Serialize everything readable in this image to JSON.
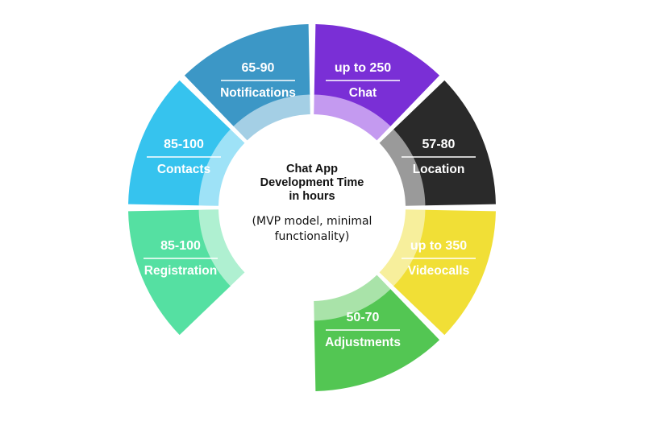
{
  "center": {
    "title_lines": [
      "Chat App",
      "Development Time",
      "in hours"
    ],
    "subtitle_lines": [
      "(MVP model, minimal",
      "functionality)"
    ]
  },
  "segments": [
    {
      "value": "up to 250",
      "label": "Chat",
      "color": "#7a2fd6",
      "inner_color": "#c49af0"
    },
    {
      "value": "57-80",
      "label": "Location",
      "color": "#2a2a2a",
      "inner_color": "#9a9a9a"
    },
    {
      "value": "up to 350",
      "label": "Videocalls",
      "color": "#f1df36",
      "inner_color": "#f7ef9c"
    },
    {
      "value": "50-70",
      "label": "Adjustments",
      "color": "#53c653",
      "inner_color": "#a9e3a9"
    },
    {
      "value": "85-100",
      "label": "Registration",
      "color": "#55e0a2",
      "inner_color": "#aff0d1"
    },
    {
      "value": "85-100",
      "label": "Contacts",
      "color": "#36c3ee",
      "inner_color": "#9ee2f7"
    },
    {
      "value": "65-90",
      "label": "Notifications",
      "color": "#3c97c6",
      "inner_color": "#a4cfe5"
    }
  ]
}
